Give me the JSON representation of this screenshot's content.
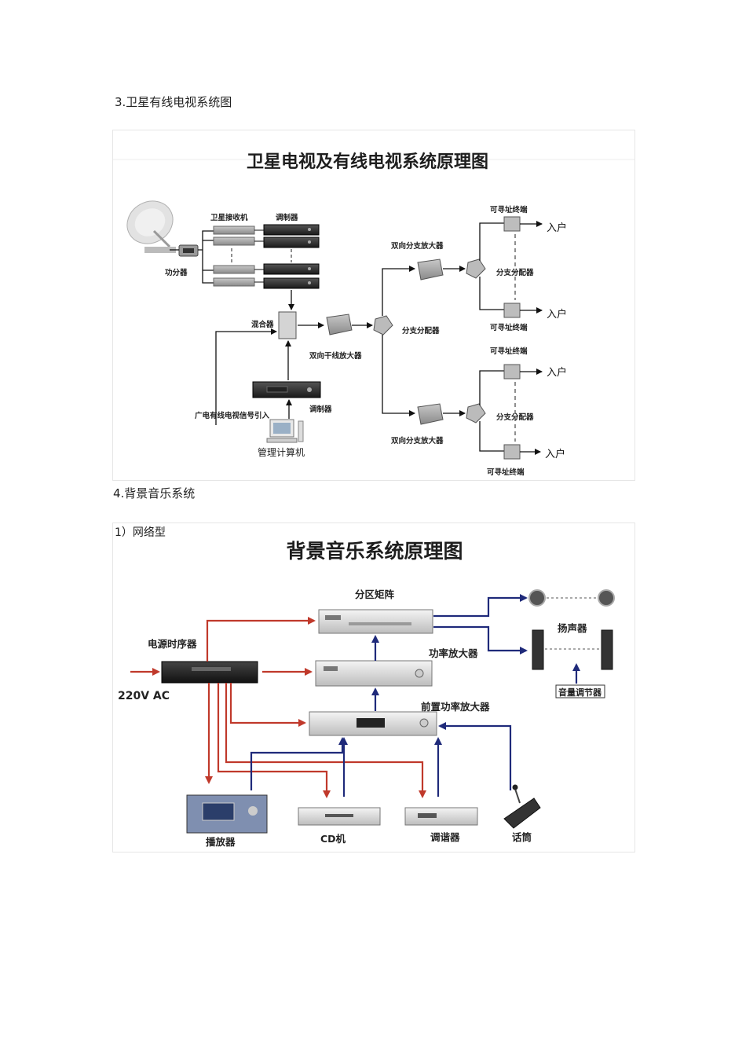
{
  "section3": {
    "heading": "3.卫星有线电视系统图",
    "diagram": {
      "title": "卫星电视及有线电视系统原理图",
      "labels": {
        "satellite_receiver": "卫星接收机",
        "modulator_top": "调制器",
        "power_divider": "功分器",
        "mixer": "混合器",
        "bidir_trunk_amp": "双向干线放大器",
        "cable_source": "广电有线电视信号引入",
        "modulator_bottom": "调制器",
        "mgmt_computer": "管理计算机",
        "branch_splitter_mid": "分支分配器",
        "bidir_branch_amp_top": "双向分支放大器",
        "bidir_branch_amp_bottom": "双向分支放大器",
        "branch_splitter_top": "分支分配器",
        "branch_splitter_bottom": "分支分配器",
        "terminal_1": "可寻址终端",
        "terminal_2": "可寻址终端",
        "terminal_3": "可寻址终端",
        "terminal_4": "可寻址终端",
        "household_1": "入户",
        "household_2": "入户",
        "household_3": "入户",
        "household_4": "入户"
      }
    }
  },
  "section4": {
    "heading": "4.背景音乐系统",
    "subheading": "1）网络型",
    "diagram": {
      "title": "背景音乐系统原理图",
      "labels": {
        "zone_matrix": "分区矩阵",
        "power_sequencer": "电源时序器",
        "power_amp": "功率放大器",
        "ac_input": "220V AC",
        "speaker": "扬声器",
        "volume_control": "音量调节器",
        "pre_amp": "前置功率放大器",
        "player": "播放器",
        "cd_player": "CD机",
        "tuner": "调谐器",
        "microphone": "话筒"
      }
    }
  }
}
